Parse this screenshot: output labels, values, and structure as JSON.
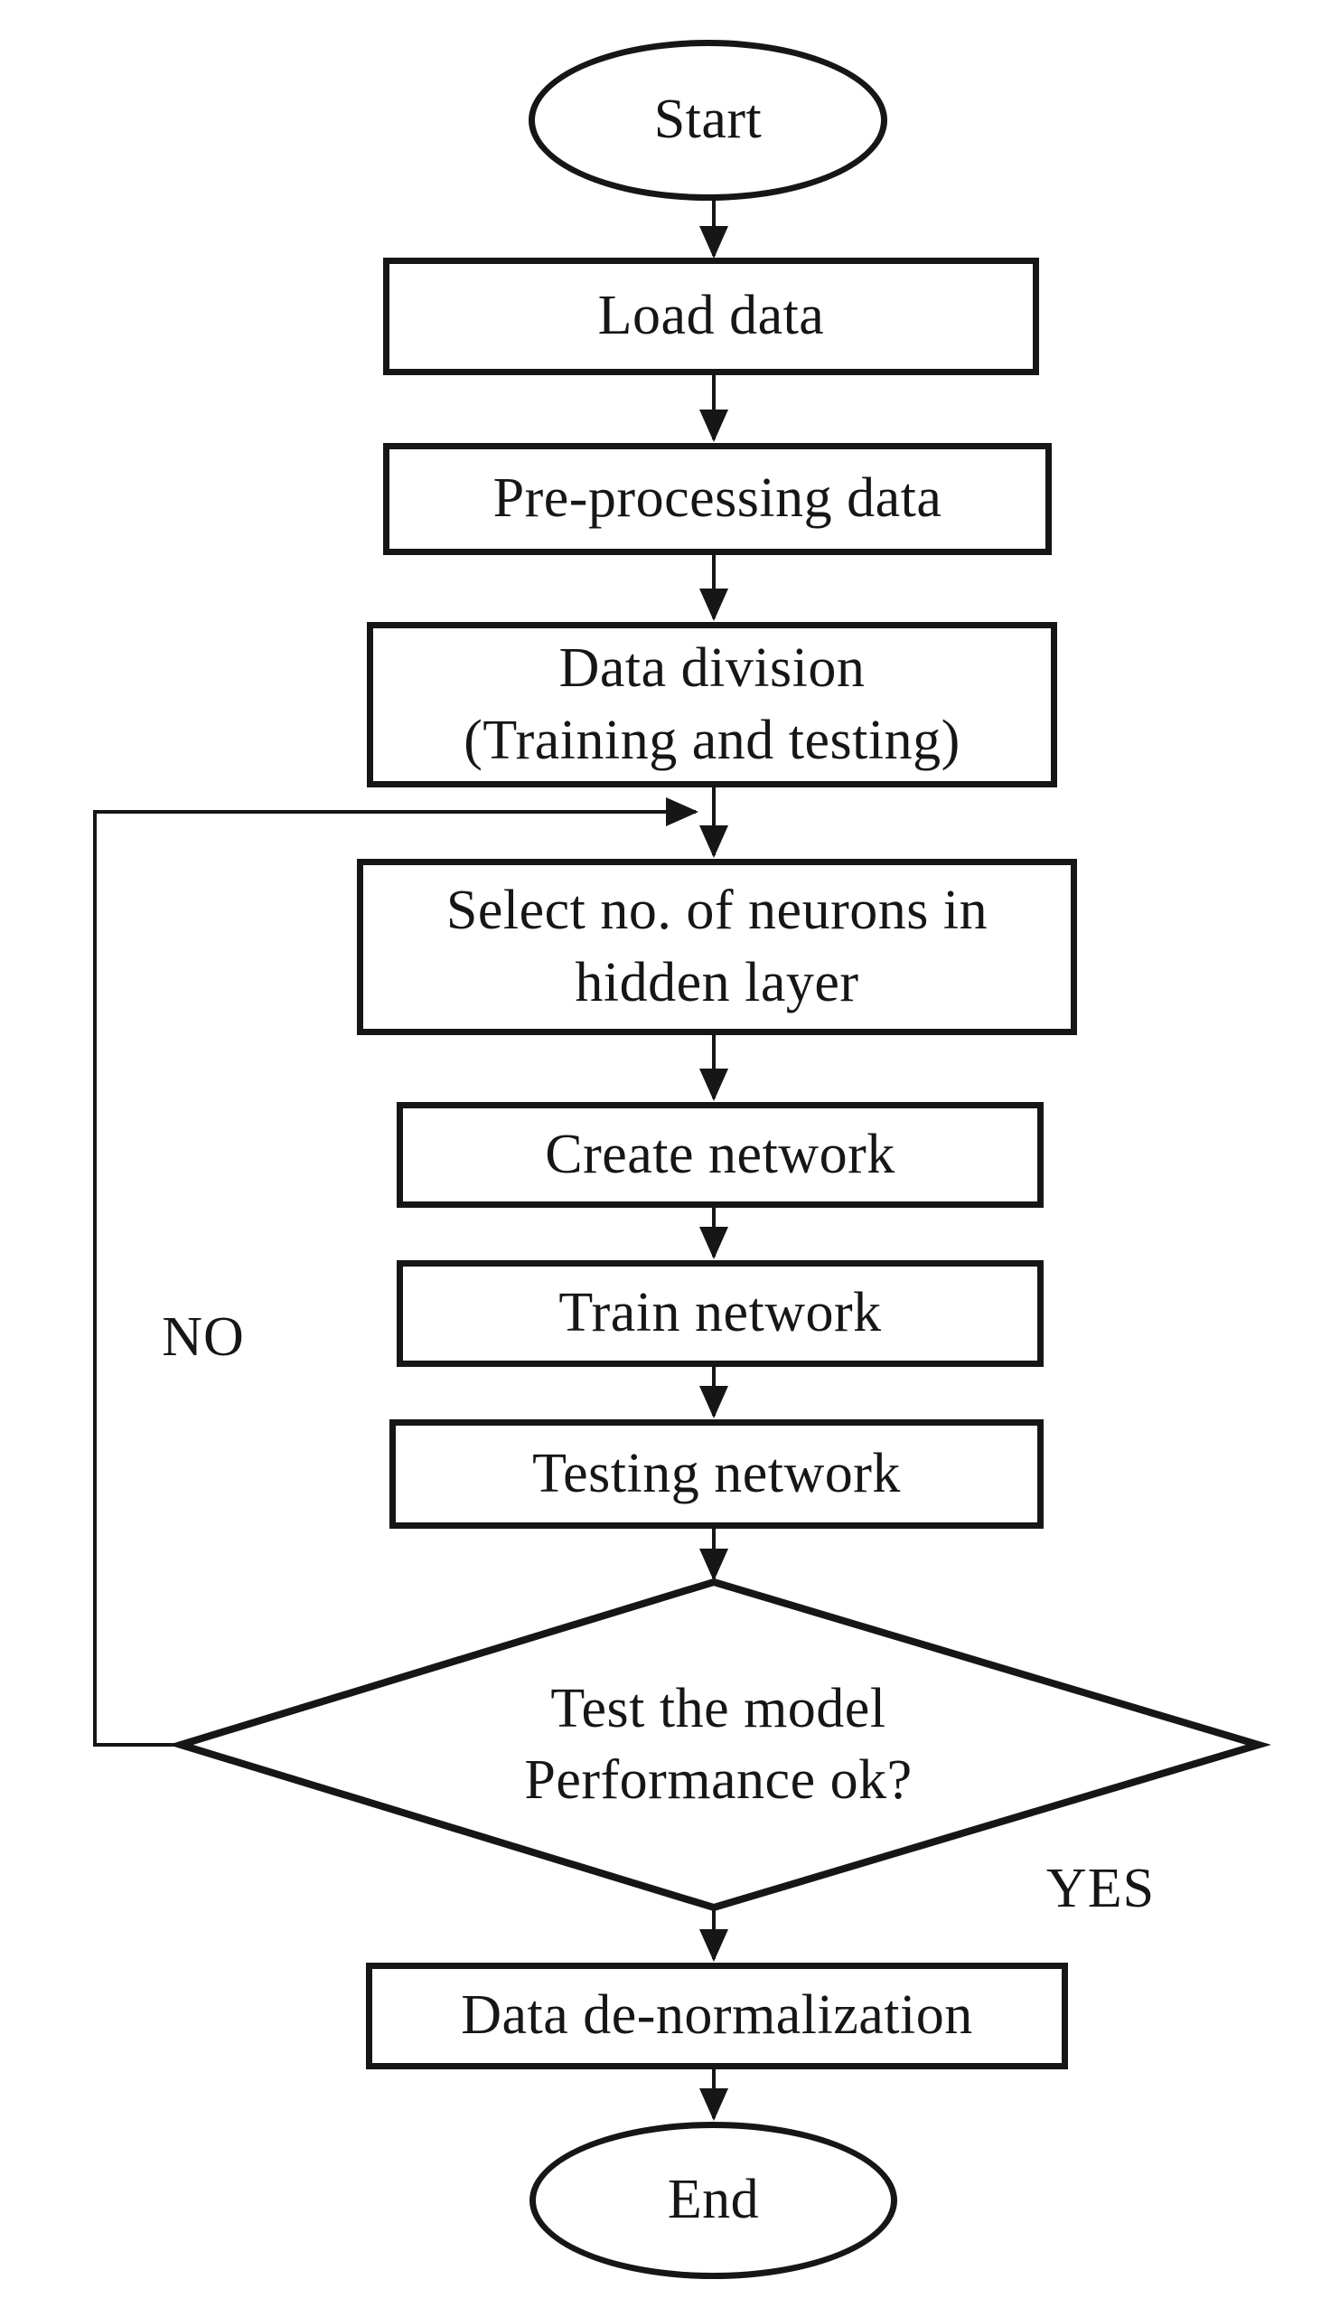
{
  "diagram_type": "flowchart",
  "nodes": {
    "start": {
      "label": "Start",
      "shape": "terminator"
    },
    "load": {
      "label": "Load data",
      "shape": "process"
    },
    "preprocess": {
      "label": "Pre-processing data",
      "shape": "process"
    },
    "division": {
      "label": "Data division\n(Training and testing)",
      "shape": "process"
    },
    "select": {
      "label": "Select no. of neurons in\nhidden layer",
      "shape": "process"
    },
    "create": {
      "label": "Create network",
      "shape": "process"
    },
    "train": {
      "label": "Train network",
      "shape": "process"
    },
    "testing": {
      "label": "Testing network",
      "shape": "process"
    },
    "decision": {
      "label": "Test the model\nPerformance ok?",
      "shape": "decision"
    },
    "denormalize": {
      "label": "Data de-normalization",
      "shape": "process"
    },
    "end": {
      "label": "End",
      "shape": "terminator"
    }
  },
  "edges": {
    "no_label": "NO",
    "yes_label": "YES"
  },
  "flow_order": [
    "start",
    "load",
    "preprocess",
    "division",
    "select",
    "create",
    "train",
    "testing",
    "decision",
    "denormalize",
    "end"
  ],
  "decision_branches": {
    "no": "loops back to select node",
    "yes": "continues to denormalize node"
  },
  "colors": {
    "stroke": "#161616",
    "text": "#161616",
    "background": "#ffffff"
  }
}
